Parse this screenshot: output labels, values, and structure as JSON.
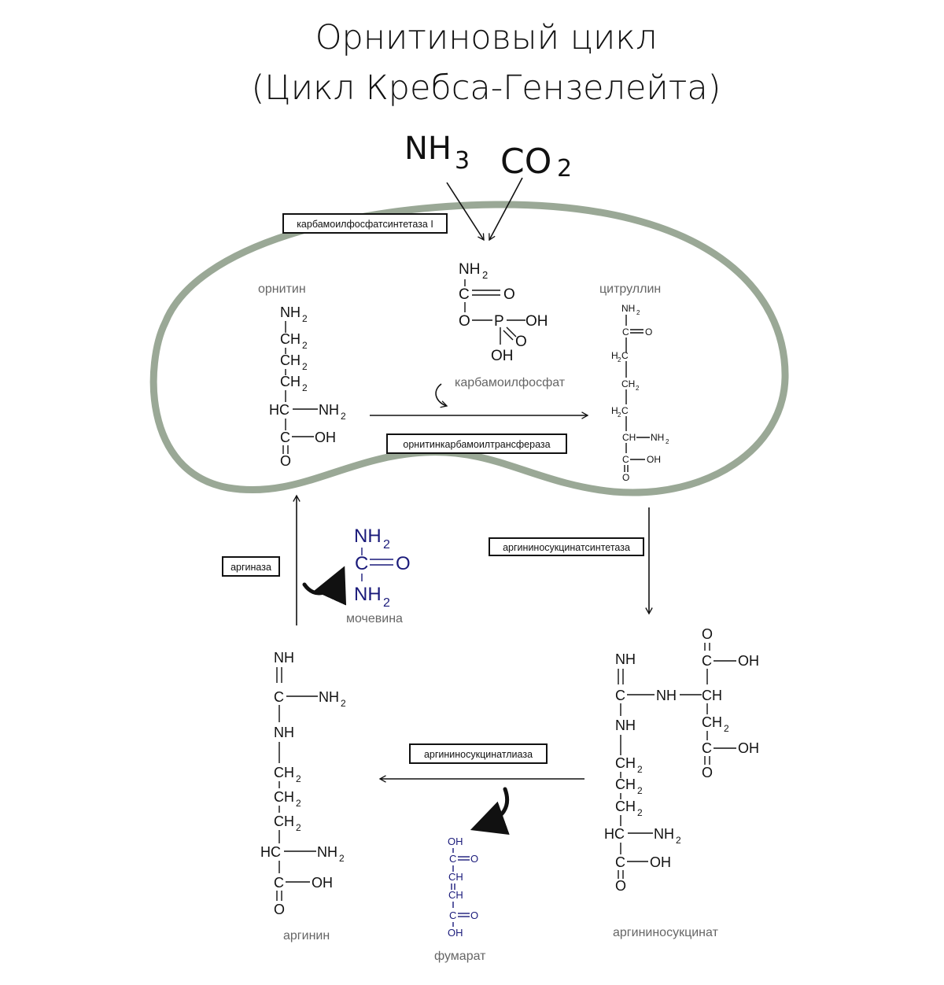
{
  "title": {
    "line1": "Орнитиновый цикл",
    "line2": "(Цикл Кребса-Гензелейта)"
  },
  "colors": {
    "mitochondrion": "#9aa896",
    "urea": "#1a1a7a",
    "fumarate": "#1a1a7a",
    "text": "#111111",
    "label": "#666666"
  },
  "substrates": {
    "nh3": "NH",
    "nh3_sub": "3",
    "co2": "CO",
    "co2_sub": "2"
  },
  "enzymes": {
    "cps1": "карбамоилфосфатсинтетаза I",
    "otc": "орнитинкарбамоилтрансфераза",
    "ass": "аргининосукцинатсинтетаза",
    "asl": "аргининосукцинатлиаза",
    "arginase": "аргиназа"
  },
  "compounds": {
    "ornithine": "орнитин",
    "carbamoyl_phosphate": "карбамоилфосфат",
    "citrulline": "цитруллин",
    "urea": "мочевина",
    "arginine": "аргинин",
    "argininosuccinate": "аргининосукцинат",
    "fumarate": "фумарат"
  }
}
